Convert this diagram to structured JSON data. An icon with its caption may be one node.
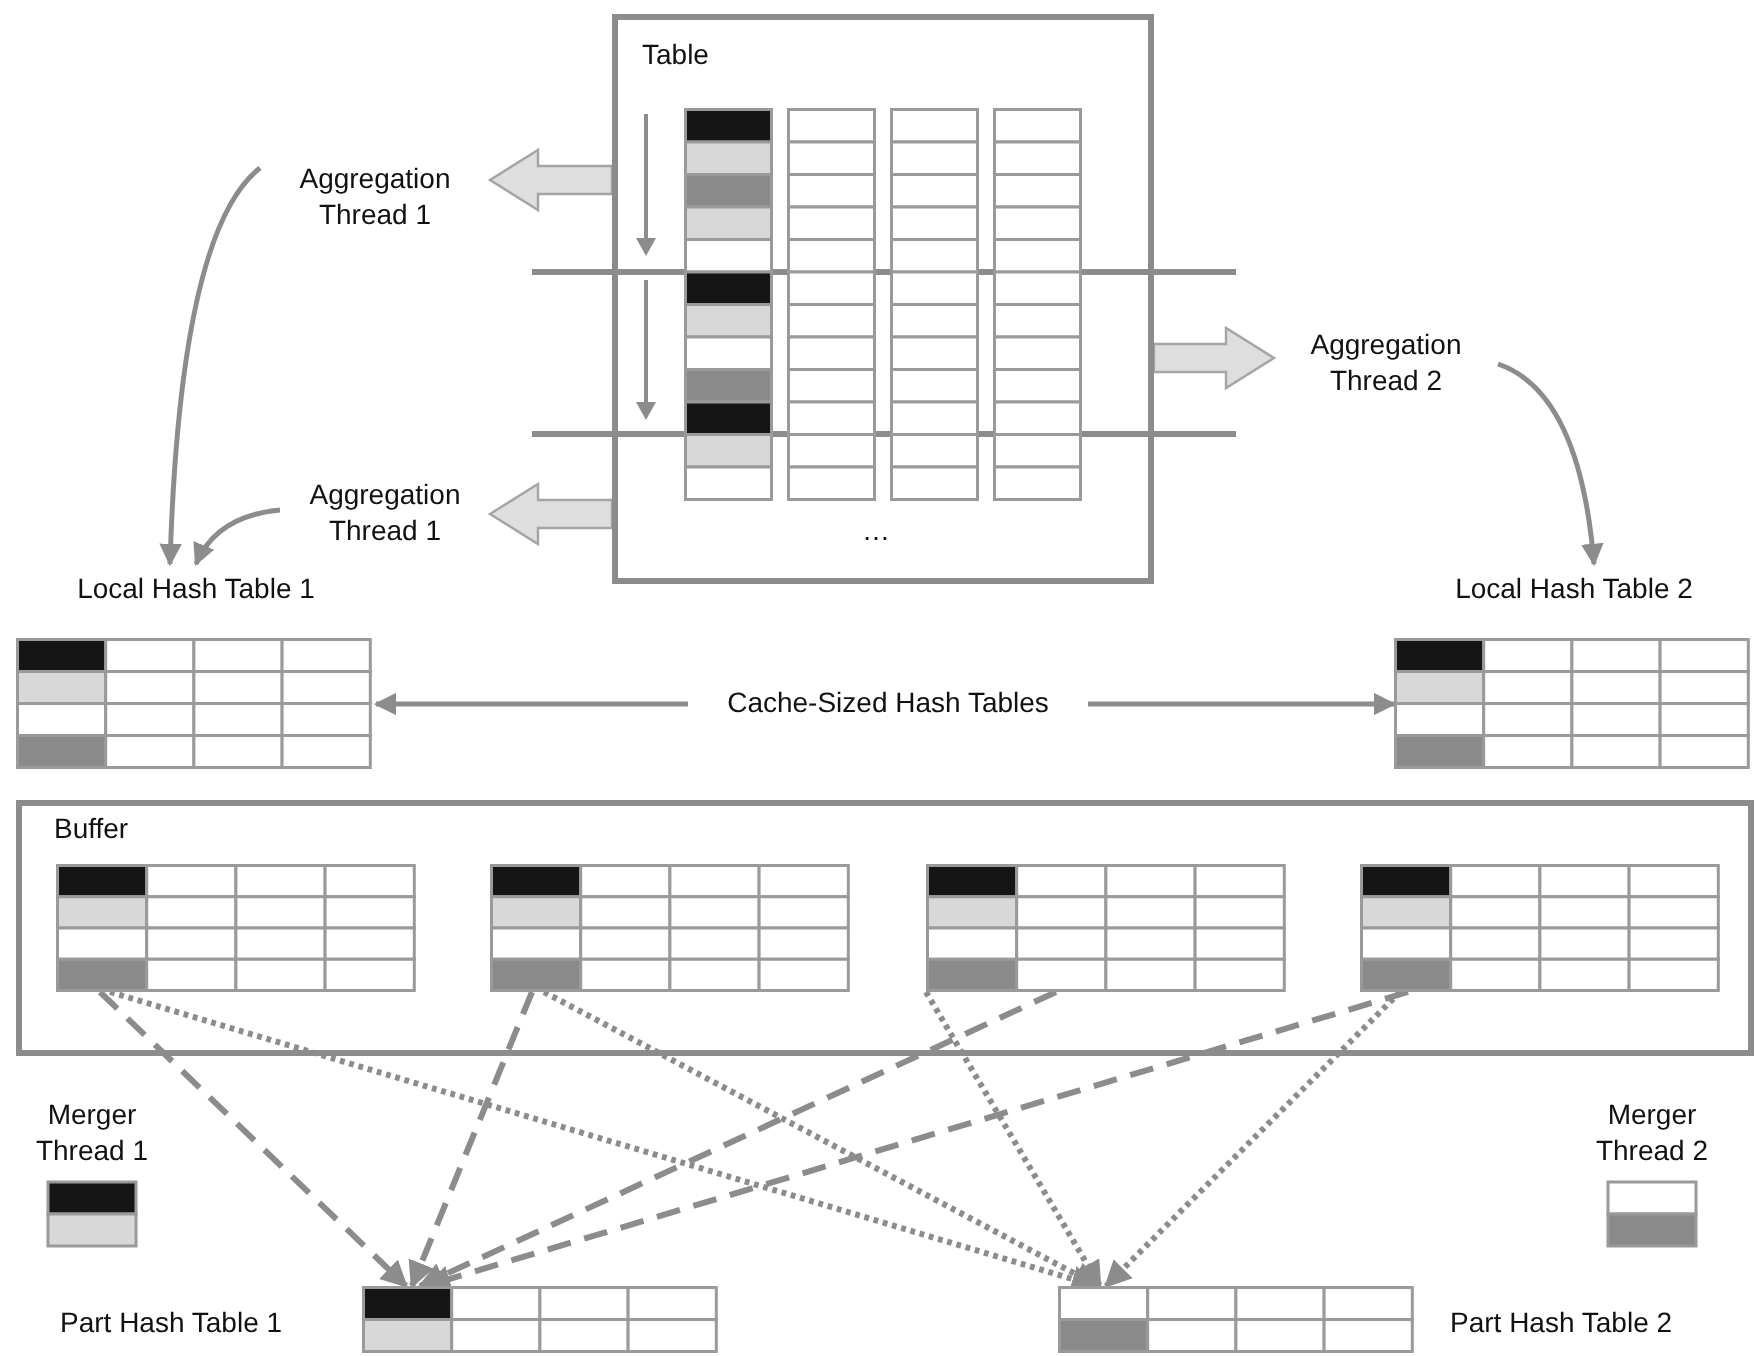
{
  "diagram": {
    "nodes": [
      {
        "text": [
          "Table"
        ]
      },
      {
        "text": [
          "Aggregation Thread 1"
        ]
      },
      {
        "text": [
          "Aggregation Thread 1"
        ]
      },
      {
        "text": [
          "Aggregation Thread 2"
        ]
      },
      {
        "text": [
          "Local Hash Table 1"
        ]
      },
      {
        "text": [
          "Local Hash Table 2"
        ]
      },
      {
        "text": [
          "Cache-Sized Hash Tables"
        ]
      },
      {
        "text": [
          "Buffer"
        ]
      },
      {
        "text": [],
        "shape": "table",
        "in": 7
      },
      {
        "text": [],
        "shape": "table",
        "in": 7
      },
      {
        "text": [],
        "shape": "table",
        "in": 7
      },
      {
        "text": [],
        "shape": "table",
        "in": 7
      },
      {
        "text": [
          "Merger Thread 1"
        ]
      },
      {
        "text": [
          "Merger Thread 2"
        ]
      },
      {
        "text": [
          "Part Hash Table 1"
        ]
      },
      {
        "text": [
          "Part Hash Table 2"
        ]
      }
    ],
    "edges": [
      {
        "from": 0,
        "to": 1,
        "arrow": "to",
        "style": "thick"
      },
      {
        "from": 0,
        "to": 2,
        "arrow": "to",
        "style": "thick"
      },
      {
        "from": 0,
        "to": 3,
        "arrow": "to",
        "style": "thick"
      },
      {
        "from": 1,
        "to": 4,
        "arrow": "to"
      },
      {
        "from": 2,
        "to": 4,
        "arrow": "to"
      },
      {
        "from": 3,
        "to": 5,
        "arrow": "to"
      },
      {
        "from": 6,
        "to": 4,
        "arrow": "to"
      },
      {
        "from": 6,
        "to": 5,
        "arrow": "to"
      },
      {
        "from": 8,
        "to": 14,
        "arrow": "to",
        "style": "dashed"
      },
      {
        "from": 8,
        "to": 15,
        "arrow": "to",
        "style": "dashed"
      },
      {
        "from": 9,
        "to": 14,
        "arrow": "to",
        "style": "dashed"
      },
      {
        "from": 9,
        "to": 15,
        "arrow": "to",
        "style": "dashed"
      },
      {
        "from": 10,
        "to": 14,
        "arrow": "to",
        "style": "dashed"
      },
      {
        "from": 10,
        "to": 15,
        "arrow": "to",
        "style": "dashed"
      },
      {
        "from": 11,
        "to": 14,
        "arrow": "to",
        "style": "dashed"
      },
      {
        "from": 11,
        "to": 15,
        "arrow": "to",
        "style": "dashed"
      }
    ],
    "labels": [
      "…"
    ]
  }
}
